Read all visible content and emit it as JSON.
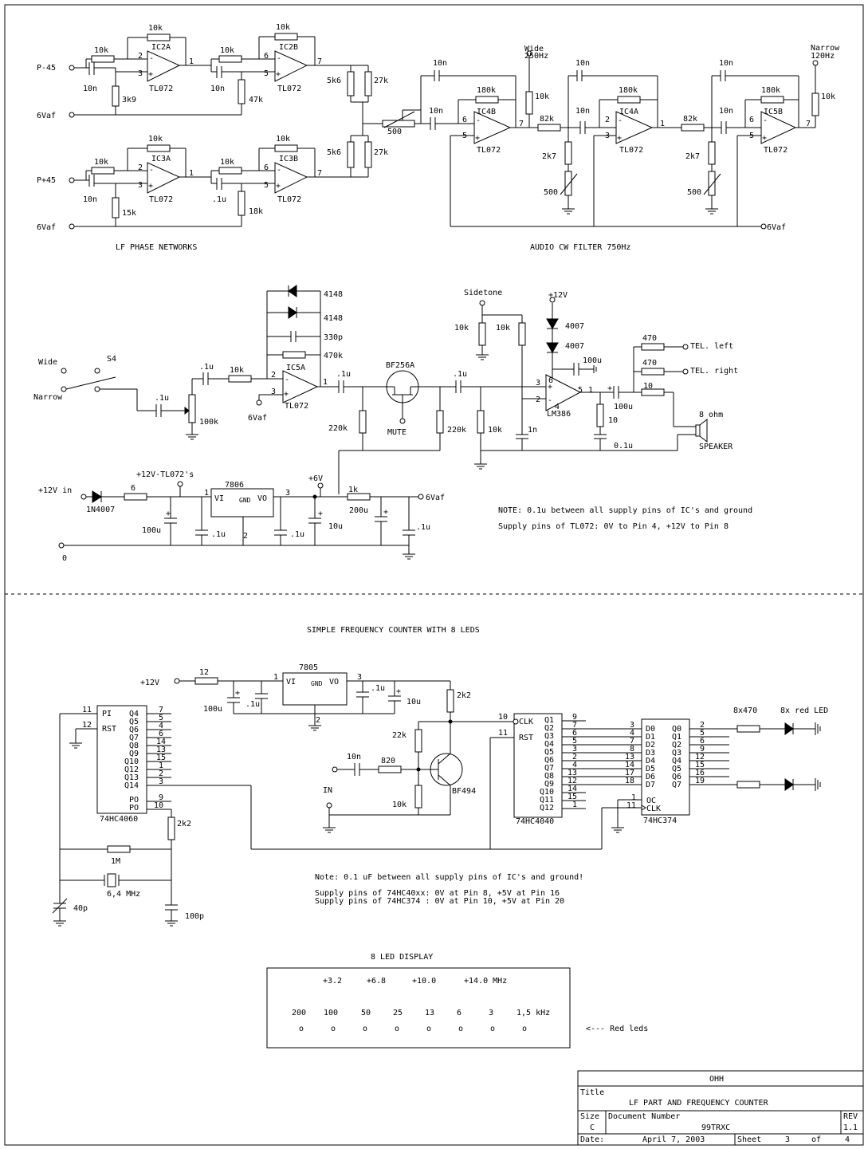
{
  "sections": {
    "phase": "LF PHASE NETWORKS",
    "cw": "AUDIO CW FILTER 750Hz",
    "counter": "SIMPLE FREQUENCY COUNTER WITH 8 LEDS",
    "display": "8 LED DISPLAY"
  },
  "nets": {
    "p45m": "P-45",
    "p45p": "P+45",
    "vaf": "6Vaf",
    "vaf_r": "6Vaf",
    "wide": "Wide",
    "wide250": "250Hz",
    "narrow": "Narrow",
    "narrow120": "120Hz",
    "sidetone": "Sidetone",
    "p12": "+12V",
    "tel_left": "TEL. left",
    "tel_right": "TEL. right",
    "mute": "MUTE",
    "speaker": "SPEAKER",
    "ohm8": "8 ohm",
    "p12in": "+12V in",
    "tl072s": "+12V-TL072's",
    "p6v": "+6V",
    "zero": "0",
    "p12b": "+12V",
    "in": "IN",
    "s4": "S4",
    "wide_sw": "Wide",
    "narrow_sw": "Narrow",
    "leds": "8x red LED"
  },
  "ics": {
    "ic2a": "IC2A",
    "ic2b": "IC2B",
    "ic3a": "IC3A",
    "ic3b": "IC3B",
    "ic4b": "IC4B",
    "ic4a": "IC4A",
    "ic5b": "IC5B",
    "ic5a": "IC5A",
    "tl072": "TL072",
    "lm386": "LM386",
    "bf256": "BF256A",
    "bf494": "BF494",
    "reg7806": "7806",
    "reg7805": "7805",
    "c4060": "74HC4060",
    "c4040": "74HC4040",
    "c374": "74HC374",
    "d4148": "4148",
    "d4007": "4007",
    "d1n4007": "1N4007"
  },
  "values": {
    "k10": "10k",
    "k3_9": "3k9",
    "k47": "47k",
    "k15": "15k",
    "k18": "18k",
    "n10": "10n",
    "u01": ".1u",
    "k5_6": "5k6",
    "k27": "27k",
    "r500": "500",
    "k180": "180k",
    "k82": "82k",
    "k2_7": "2k7",
    "k100": "100k",
    "k470": "470k",
    "p330": "330p",
    "k220": "220k",
    "n1": "1n",
    "u100": "100u",
    "r470": "470",
    "r10": "10",
    "u01b": "0.1u",
    "r6": "6",
    "k1": "1k",
    "u200": "200u",
    "u10": "10u",
    "r12": "12",
    "k2_2": "2k2",
    "k22": "22k",
    "r820": "820",
    "M1": "1M",
    "mhz": "6,4 MHz",
    "p40": "40p",
    "p100": "100p",
    "r8x470": "8x470"
  },
  "notes": {
    "n1": "NOTE: 0.1u between all supply pins of IC's and ground",
    "n2": "Supply pins of TL072: 0V to Pin 4, +12V to Pin 8",
    "n3": "Note: 0.1 uF between all supply pins of IC's and ground!",
    "n4": "Supply pins of 74HC40xx: 0V at Pin 8, +5V at Pin 16",
    "n5": "Supply pins of 74HC374 : 0V at Pin 10, +5V at Pin 20"
  },
  "led_display": {
    "bands": [
      "+3.2",
      "+6.8",
      "+10.0",
      "+14.0 MHz"
    ],
    "steps": [
      "200",
      "100",
      "50",
      "25",
      "13",
      "6",
      "3",
      "1,5 kHz"
    ],
    "leds": [
      "o",
      "o",
      "o",
      "o",
      "o",
      "o",
      "o",
      "o"
    ],
    "pointer": "<--- Red leds"
  },
  "title_block": {
    "company": "OHH",
    "title_label": "Title",
    "title": "LF PART AND FREQUENCY COUNTER",
    "size_label": "Size",
    "size": "C",
    "docnum_label": "Document Number",
    "docnum": "99TRXC",
    "rev_label": "REV",
    "rev": "1.1",
    "date_label": "Date:",
    "date": "April  7, 2003",
    "sheet_label": "Sheet",
    "sheet": "3",
    "of_label": "of",
    "of": "4"
  },
  "pins": {
    "c4060_left": [
      "PI",
      "RST"
    ],
    "c4060_right": [
      "Q4",
      "Q5",
      "Q6",
      "Q7",
      "Q8",
      "Q9",
      "Q10",
      "Q12",
      "Q13",
      "Q14"
    ],
    "c4060_rnum": [
      "7",
      "5",
      "4",
      "6",
      "14",
      "13",
      "15",
      "1",
      "2",
      "3"
    ],
    "c4060_po": [
      "PO",
      "PO"
    ],
    "c4060_ponum": [
      "9",
      "10"
    ],
    "c4060_lnum": [
      "11",
      "12"
    ],
    "c4040_left": [
      "CLK",
      "RST"
    ],
    "c4040_lnum": [
      "10",
      "11"
    ],
    "c4040_right": [
      "Q1",
      "Q2",
      "Q3",
      "Q4",
      "Q5",
      "Q6",
      "Q7",
      "Q8",
      "Q9",
      "Q10",
      "Q11",
      "Q12"
    ],
    "c4040_rnum": [
      "9",
      "7",
      "6",
      "5",
      "3",
      "2",
      "4",
      "13",
      "12",
      "14",
      "15",
      "1"
    ],
    "c374_left": [
      "D0",
      "D1",
      "D2",
      "D3",
      "D4",
      "D5",
      "D6",
      "D7"
    ],
    "c374_lnum": [
      "3",
      "4",
      "7",
      "8",
      "13",
      "14",
      "17",
      "18"
    ],
    "c374_right": [
      "Q0",
      "Q1",
      "Q2",
      "Q3",
      "Q4",
      "Q5",
      "Q6",
      "Q7"
    ],
    "c374_rnum": [
      "2",
      "5",
      "6",
      "9",
      "12",
      "15",
      "16",
      "19"
    ],
    "c374_ctl": [
      "OC",
      "CLK"
    ],
    "c374_ctlnum": [
      "1",
      "11"
    ],
    "reg": [
      "VI",
      "VO",
      "GND"
    ],
    "reg_num": [
      "1",
      "3",
      "2"
    ],
    "op_n": [
      "2",
      "6",
      "2",
      "6",
      "6",
      "2",
      "6",
      "2"
    ],
    "op_p": [
      "3",
      "5",
      "3",
      "5",
      "5",
      "3",
      "5",
      "3"
    ],
    "op_o": [
      "1",
      "7",
      "1",
      "7",
      "7",
      "1",
      "7",
      "1"
    ],
    "lm386_pins": [
      "3",
      "2",
      "5",
      "1",
      "4",
      "6"
    ]
  }
}
